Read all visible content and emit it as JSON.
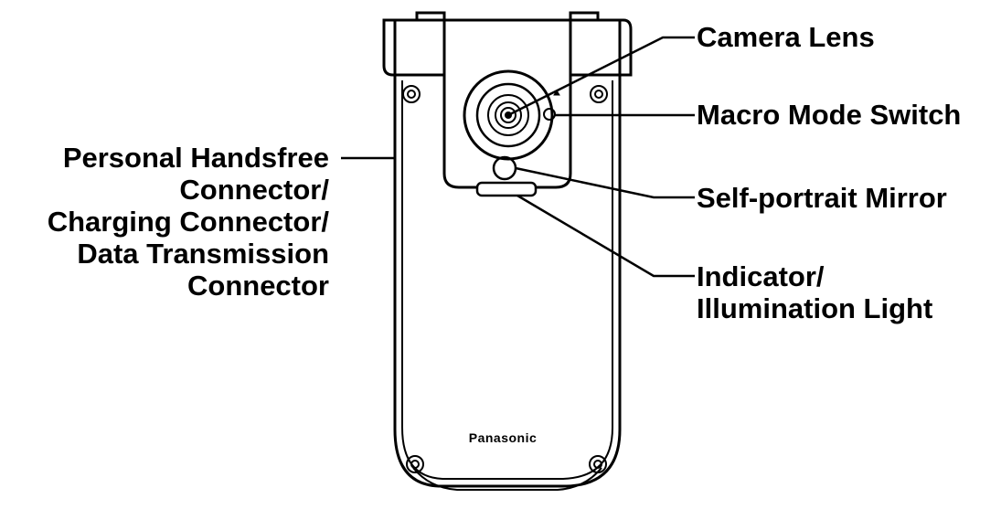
{
  "diagram": {
    "device_brand": "Panasonic",
    "callouts": [
      {
        "id": "camera-lens",
        "lines": [
          "Camera Lens"
        ]
      },
      {
        "id": "macro-mode-switch",
        "lines": [
          "Macro Mode Switch"
        ]
      },
      {
        "id": "self-portrait-mirror",
        "lines": [
          "Self-portrait Mirror"
        ]
      },
      {
        "id": "indicator-light",
        "lines": [
          "Indicator/",
          "Illumination Light"
        ]
      },
      {
        "id": "handsfree-connector",
        "lines": [
          "Personal Handsfree",
          "Connector/",
          "Charging Connector/",
          "Data Transmission",
          "Connector"
        ]
      }
    ],
    "colors": {
      "line": "#000000",
      "background": "#ffffff"
    }
  }
}
